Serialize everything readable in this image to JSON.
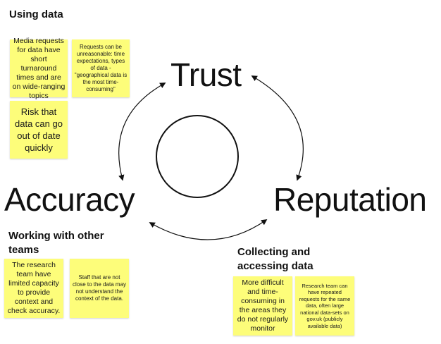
{
  "title": "Using data",
  "center": {
    "trust": "Trust",
    "accuracy": "Accuracy",
    "reputation": "Reputation"
  },
  "sections": {
    "working_with_teams": "Working with other teams",
    "collecting_data": "Collecting and accessing data"
  },
  "notes": {
    "media_requests": "Media requests for data have short turnaround times and are on wide-ranging topics",
    "unreasonable_requests": "Requests can be unreasonable: time expectations, types of data - \"geographical data is the most time-consuming\"",
    "out_of_date": "Risk that data can go out of date quickly",
    "research_capacity": "The research team have limited capacity to provide context and check accuracy.",
    "staff_context": "Staff that are not close to the data may not understand the context of the data.",
    "difficult_areas": "More difficult and time-consuming in the areas they do not regularly monitor",
    "repeated_requests": "Research team can have repeated requests for the same data, often large national data-sets on gov.uk (publicly available data)"
  },
  "colors": {
    "sticky": "#fdfd7a",
    "text": "#111111"
  }
}
